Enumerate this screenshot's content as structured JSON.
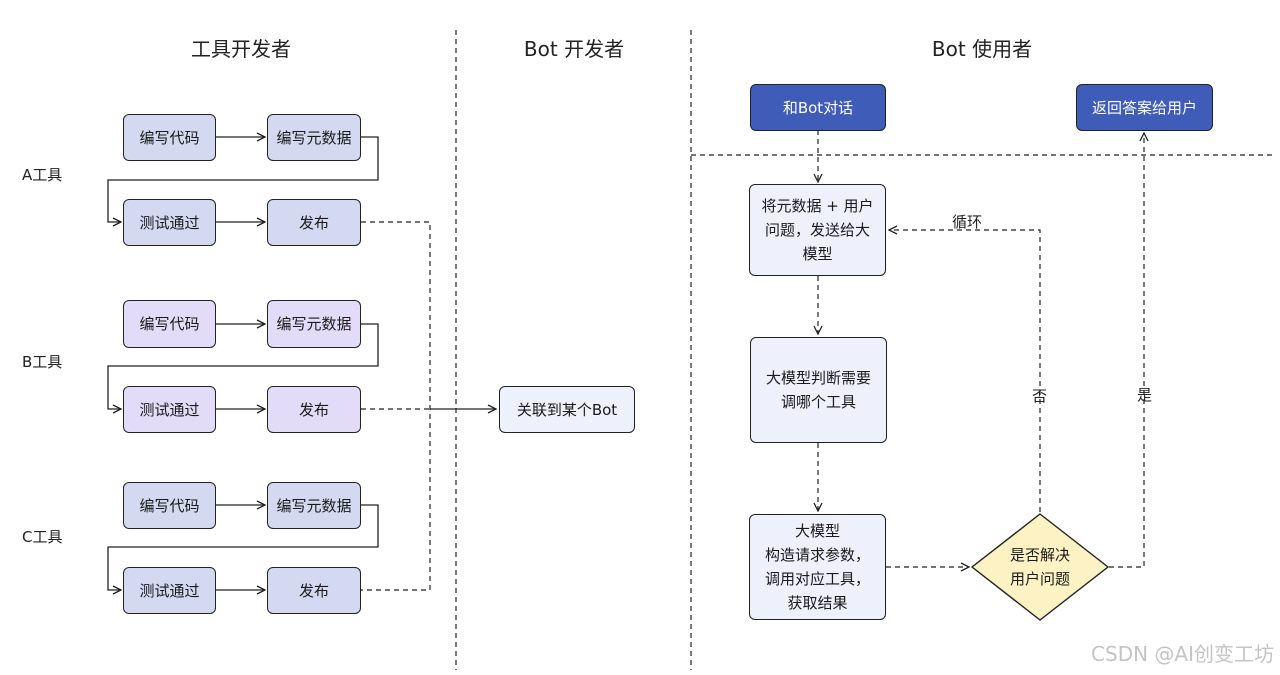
{
  "lanes": {
    "tool_developer": "工具开发者",
    "bot_developer": "Bot 开发者",
    "bot_user": "Bot 使用者"
  },
  "tools": [
    {
      "label": "A工具",
      "steps": [
        "编写代码",
        "编写元数据",
        "测试通过",
        "发布"
      ],
      "color": "#d3d9f1"
    },
    {
      "label": "B工具",
      "steps": [
        "编写代码",
        "编写元数据",
        "测试通过",
        "发布"
      ],
      "color": "#e3dcf8"
    },
    {
      "label": "C工具",
      "steps": [
        "编写代码",
        "编写元数据",
        "测试通过",
        "发布"
      ],
      "color": "#d3d9f1"
    }
  ],
  "bot_dev": {
    "link_bot": "关联到某个Bot"
  },
  "bot_user": {
    "chat": "和Bot对话",
    "return_answer": "返回答案给用户",
    "send_to_llm": "将元数据 + 用户问题，发送给大模型",
    "decide_tool": "大模型判断需要调哪个工具",
    "build_params": "大模型\n构造请求参数，\n调用对应工具，\n获取结果",
    "is_solved": "是否解决\n用户问题",
    "loop_label": "循环",
    "no_label": "否",
    "yes_label": "是"
  },
  "watermark": "CSDN @AI创变工坊",
  "colors": {
    "node_blue": "#d3d9f1",
    "node_purple": "#e3dcf8",
    "node_light": "#eef0fb",
    "node_dark": "#3f5cb8",
    "decision": "#fdf2c3"
  }
}
